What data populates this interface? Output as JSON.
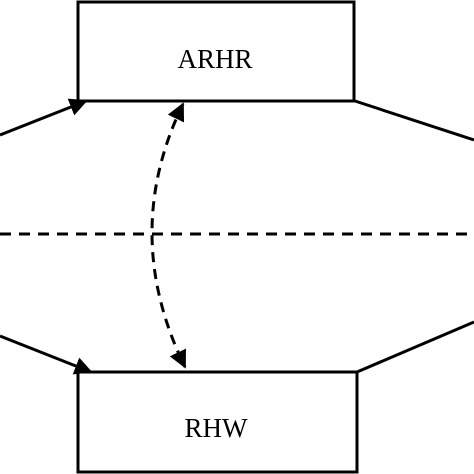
{
  "diagram": {
    "top_box": {
      "label": "ARHR"
    },
    "bottom_box": {
      "label": "RHW"
    },
    "colors": {
      "stroke": "#000000",
      "background": "#ffffff"
    },
    "connectors": [
      {
        "from": "left-edge",
        "to": "top-box",
        "style": "solid",
        "arrowhead": "end"
      },
      {
        "from": "top-box",
        "to": "right-edge",
        "style": "solid",
        "arrowhead": "none"
      },
      {
        "from": "left-edge",
        "to": "bottom-box",
        "style": "solid",
        "arrowhead": "end"
      },
      {
        "from": "bottom-box",
        "to": "right-edge",
        "style": "solid",
        "arrowhead": "none"
      },
      {
        "from": "top-box",
        "to": "bottom-box",
        "style": "dashed-curve",
        "arrowhead": "both"
      },
      {
        "from": "left-edge",
        "to": "right-edge",
        "style": "dashed",
        "arrowhead": "none"
      }
    ]
  }
}
